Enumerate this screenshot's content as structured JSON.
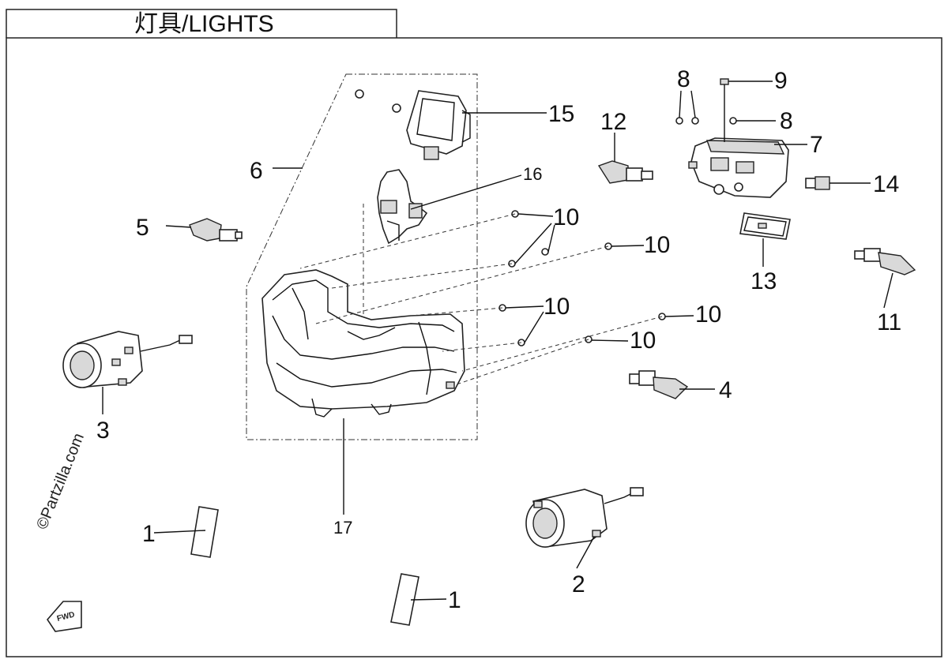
{
  "title": "灯具/LIGHTS",
  "watermark": "©Partzilla.com",
  "fwd_label": "FWD",
  "callouts": {
    "c1a": "1",
    "c1b": "1",
    "c2": "2",
    "c3": "3",
    "c4": "4",
    "c5": "5",
    "c6": "6",
    "c7": "7",
    "c8a": "8",
    "c8b": "8",
    "c9": "9",
    "c10a": "10",
    "c10b": "10",
    "c10c": "10",
    "c10d": "10",
    "c10e": "10",
    "c11": "11",
    "c12": "12",
    "c13": "13",
    "c14": "14",
    "c15": "15",
    "c16": "16",
    "c17": "17"
  }
}
